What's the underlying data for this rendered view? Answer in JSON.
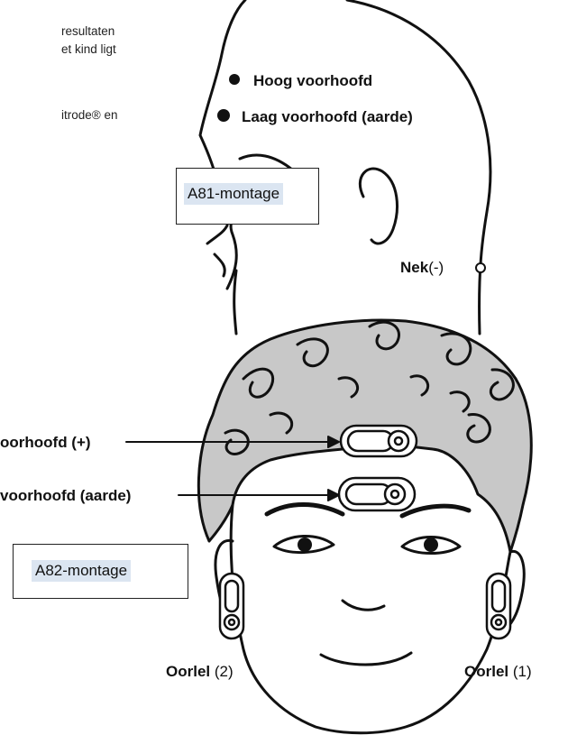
{
  "intro_text": {
    "line1": "resultaten",
    "line2": "et kind ligt",
    "line3": "itrode® en"
  },
  "side_view": {
    "high_forehead": "Hoog voorhoofd",
    "low_forehead": "Laag voorhoofd (aarde)",
    "neck": "Nek",
    "neck_polarity": "(-)",
    "montage_label": "A81-montage"
  },
  "front_view": {
    "high_forehead": "oorhoofd (+)",
    "low_forehead": "voorhoofd (aarde)",
    "left_earlobe": "Oorlel",
    "left_earlobe_num": "(2)",
    "right_earlobe": "Oorlel",
    "right_earlobe_num": "(1)",
    "montage_label": "A82-montage"
  },
  "colors": {
    "line": "#111111",
    "hair": "#c8c8c8",
    "label_bg": "#dbe5f1"
  }
}
